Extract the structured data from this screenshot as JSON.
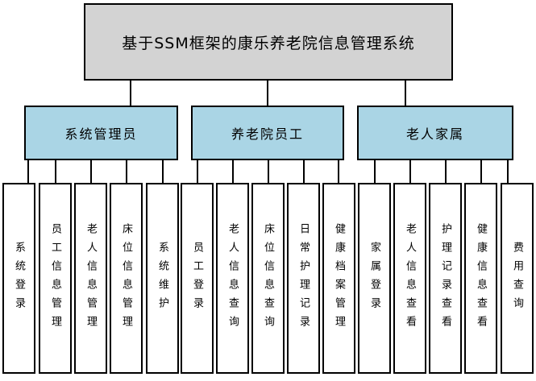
{
  "diagram": {
    "root": {
      "label": "基于SSM框架的康乐养老院信息管理系统"
    },
    "groups": [
      {
        "label": "系统管理员",
        "children": [
          "系统登录",
          "员工信息管理",
          "老人信息管理",
          "床位信息管理",
          "系统维护"
        ]
      },
      {
        "label": "养老院员工",
        "children": [
          "员工登录",
          "老人信息查询",
          "床位信息查询",
          "日常护理记录",
          "健康档案管理"
        ]
      },
      {
        "label": "老人家属",
        "children": [
          "家属登录",
          "老人信息查看",
          "护理记录查看",
          "健康信息查看",
          "费用查询"
        ]
      }
    ],
    "colors": {
      "root_fill": "#d3d3d3",
      "group_fill": "#aad5e5",
      "leaf_fill": "#ffffff",
      "border": "#000000",
      "line": "#000000",
      "background": "#ffffff"
    }
  }
}
